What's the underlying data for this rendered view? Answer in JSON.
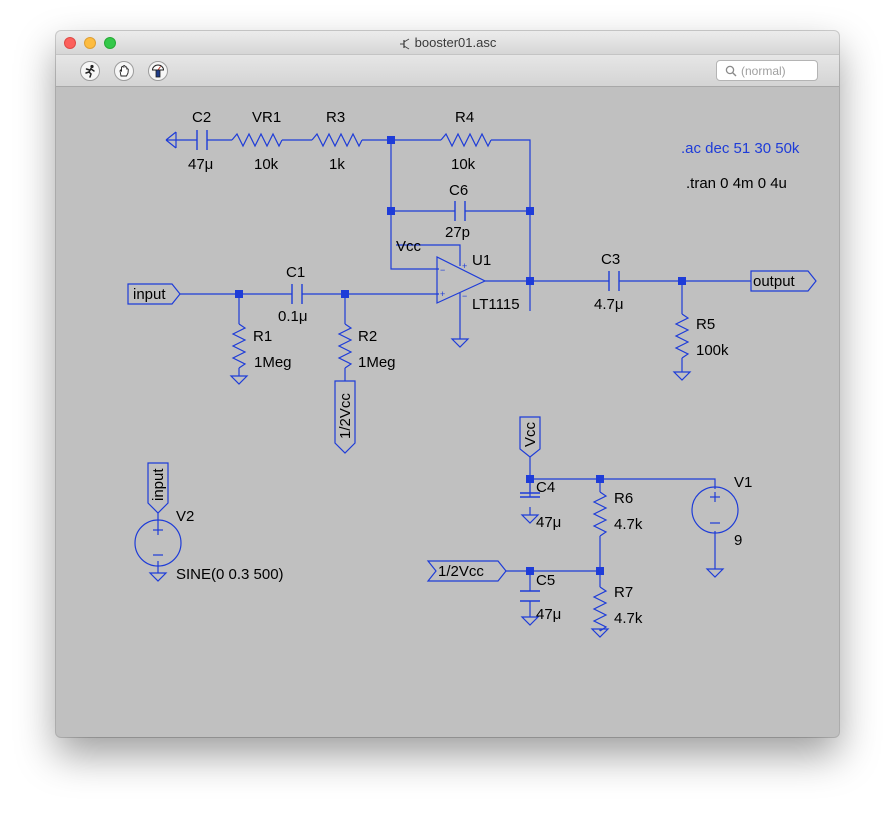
{
  "window": {
    "title": "booster01.asc"
  },
  "toolbar": {
    "search_placeholder": "(normal)"
  },
  "schematic": {
    "directives": {
      "ac": ".ac dec 51 30 50k",
      "tran": ".tran 0 4m 0 4u"
    },
    "C1": {
      "name": "C1",
      "value": "0.1μ"
    },
    "C2": {
      "name": "C2",
      "value": "47μ"
    },
    "C3": {
      "name": "C3",
      "value": "4.7μ"
    },
    "C4": {
      "name": "C4",
      "value": "47μ"
    },
    "C5": {
      "name": "C5",
      "value": "47μ"
    },
    "C6": {
      "name": "C6",
      "value": "27p"
    },
    "R1": {
      "name": "R1",
      "value": "1Meg"
    },
    "R2": {
      "name": "R2",
      "value": "1Meg"
    },
    "R3": {
      "name": "R3",
      "value": "1k"
    },
    "R4": {
      "name": "R4",
      "value": "10k"
    },
    "R5": {
      "name": "R5",
      "value": "100k"
    },
    "R6": {
      "name": "R6",
      "value": "4.7k"
    },
    "R7": {
      "name": "R7",
      "value": "4.7k"
    },
    "VR1": {
      "name": "VR1",
      "value": "10k"
    },
    "U1": {
      "name": "U1",
      "value": "LT1115"
    },
    "V1": {
      "name": "V1",
      "value": "9"
    },
    "V2": {
      "name": "V2",
      "value": "SINE(0 0.3 500)"
    },
    "labels": {
      "input": "input",
      "output": "output",
      "half_vcc": "1/2Vcc",
      "vcc": "Vcc"
    }
  }
}
